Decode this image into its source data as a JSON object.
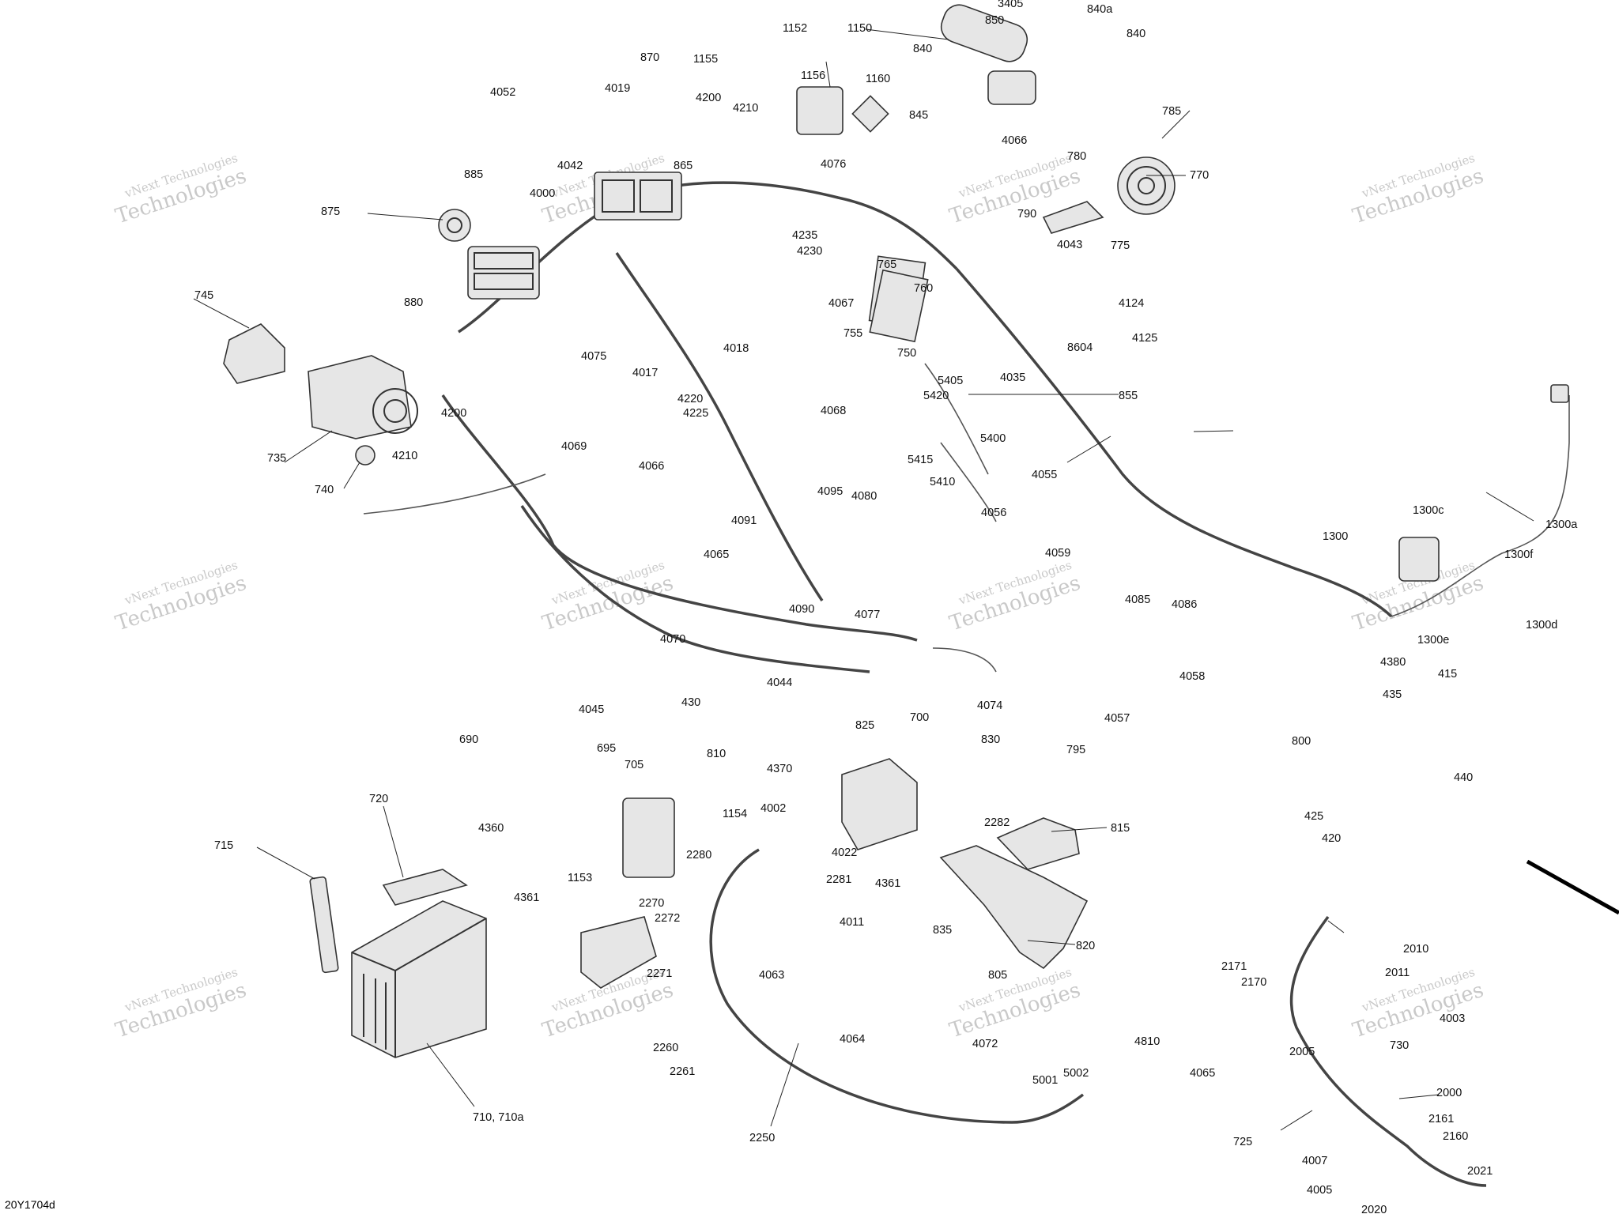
{
  "diagram_ref": "20Y1704d",
  "watermark_line1": "vNext Technologies",
  "watermark_line2": "Technologies",
  "callouts": [
    "3405",
    "840a",
    "840b",
    "850",
    "840",
    "1152",
    "1150",
    "870",
    "1155",
    "1156",
    "1160",
    "845",
    "4052",
    "4019",
    "4200",
    "4210",
    "865",
    "4066",
    "4076",
    "4042",
    "885",
    "4000",
    "780",
    "785",
    "770",
    "790",
    "775",
    "875",
    "4043",
    "4235",
    "880",
    "4230",
    "765",
    "760",
    "4067",
    "745",
    "755",
    "750",
    "8604",
    "4124",
    "4125",
    "4075",
    "4018",
    "4017",
    "4220",
    "4225",
    "4068",
    "5405",
    "5420",
    "4035",
    "855",
    "4200b",
    "4210b",
    "735",
    "740",
    "4069",
    "4066b",
    "5400",
    "5415",
    "5410",
    "4055",
    "4056",
    "4059",
    "1300c",
    "1300b",
    "1300a",
    "1300f",
    "1300e",
    "1300d",
    "4095",
    "4080",
    "4091",
    "4065",
    "4090",
    "4077",
    "4070",
    "4085",
    "4086",
    "4074",
    "4057",
    "4058",
    "4380",
    "415",
    "435",
    "440",
    "430",
    "4044",
    "4045",
    "690",
    "695",
    "700",
    "825",
    "830",
    "795",
    "810",
    "4370",
    "4361",
    "4360",
    "705",
    "1154",
    "4002",
    "2280",
    "4022",
    "2282",
    "815",
    "800",
    "425",
    "420",
    "720",
    "715",
    "1153",
    "2281",
    "2270",
    "2272",
    "4011",
    "835",
    "820",
    "4361b",
    "805",
    "2271",
    "4063",
    "2171",
    "2170",
    "2010",
    "2011",
    "4003",
    "2005",
    "4064",
    "4072",
    "4810",
    "2260",
    "2261",
    "730",
    "2000",
    "5001",
    "5002",
    "4065b",
    "2161",
    "2160",
    "725",
    "2250",
    "710, 710a",
    "4007",
    "2021",
    "4005",
    "2020"
  ]
}
